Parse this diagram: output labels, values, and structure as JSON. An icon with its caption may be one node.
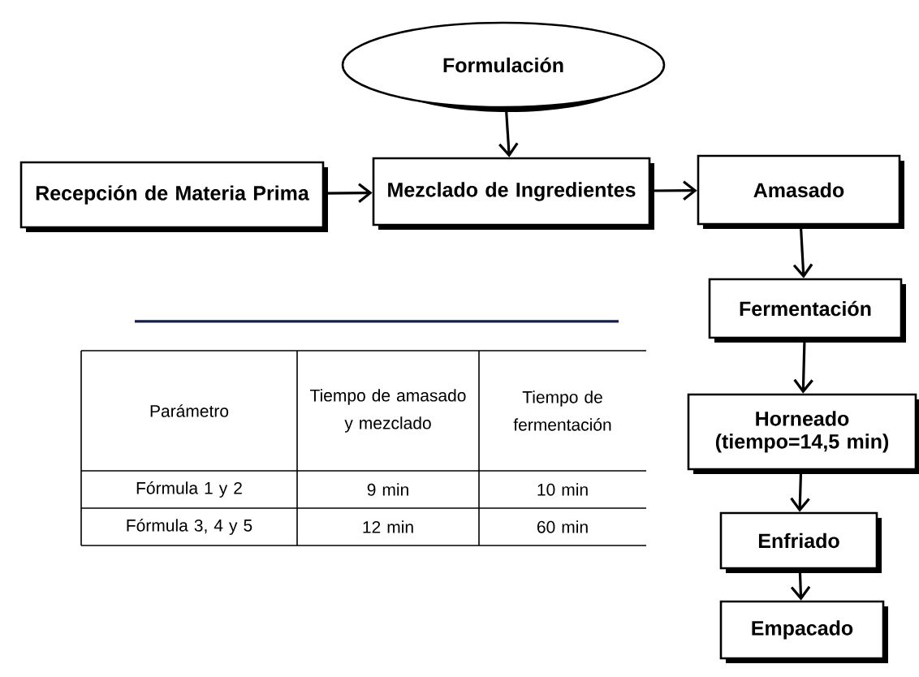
{
  "diagram": {
    "nodes": [
      {
        "text": [
          "Formulación"
        ]
      },
      {
        "text": [
          "Recepción de Materia Prima"
        ]
      },
      {
        "text": [
          "Mezclado de Ingredientes"
        ]
      },
      {
        "text": [
          "Amasado"
        ]
      },
      {
        "text": [
          "Fermentación"
        ]
      },
      {
        "text": [
          "Horneado (tiempo=14,5 min)"
        ]
      },
      {
        "text": [
          "Enfriado"
        ]
      },
      {
        "text": [
          "Empacado"
        ]
      }
    ],
    "edges": [
      {
        "from": 0,
        "to": 2,
        "arrow": "to"
      },
      {
        "from": 1,
        "to": 2,
        "arrow": "to"
      },
      {
        "from": 2,
        "to": 3,
        "arrow": "to"
      },
      {
        "from": 3,
        "to": 4,
        "arrow": "to"
      },
      {
        "from": 4,
        "to": 5,
        "arrow": "to"
      },
      {
        "from": 5,
        "to": 6,
        "arrow": "to"
      },
      {
        "from": 6,
        "to": 7,
        "arrow": "to"
      }
    ],
    "labels": [
      "Parámetro",
      "Tiempo de amasado y mezclado",
      "Tiempo de fermentación",
      "Fórmula 1 y 2",
      "9 min",
      "10 min",
      "Fórmula 3, 4 y 5",
      "12 min",
      "60 min"
    ]
  }
}
